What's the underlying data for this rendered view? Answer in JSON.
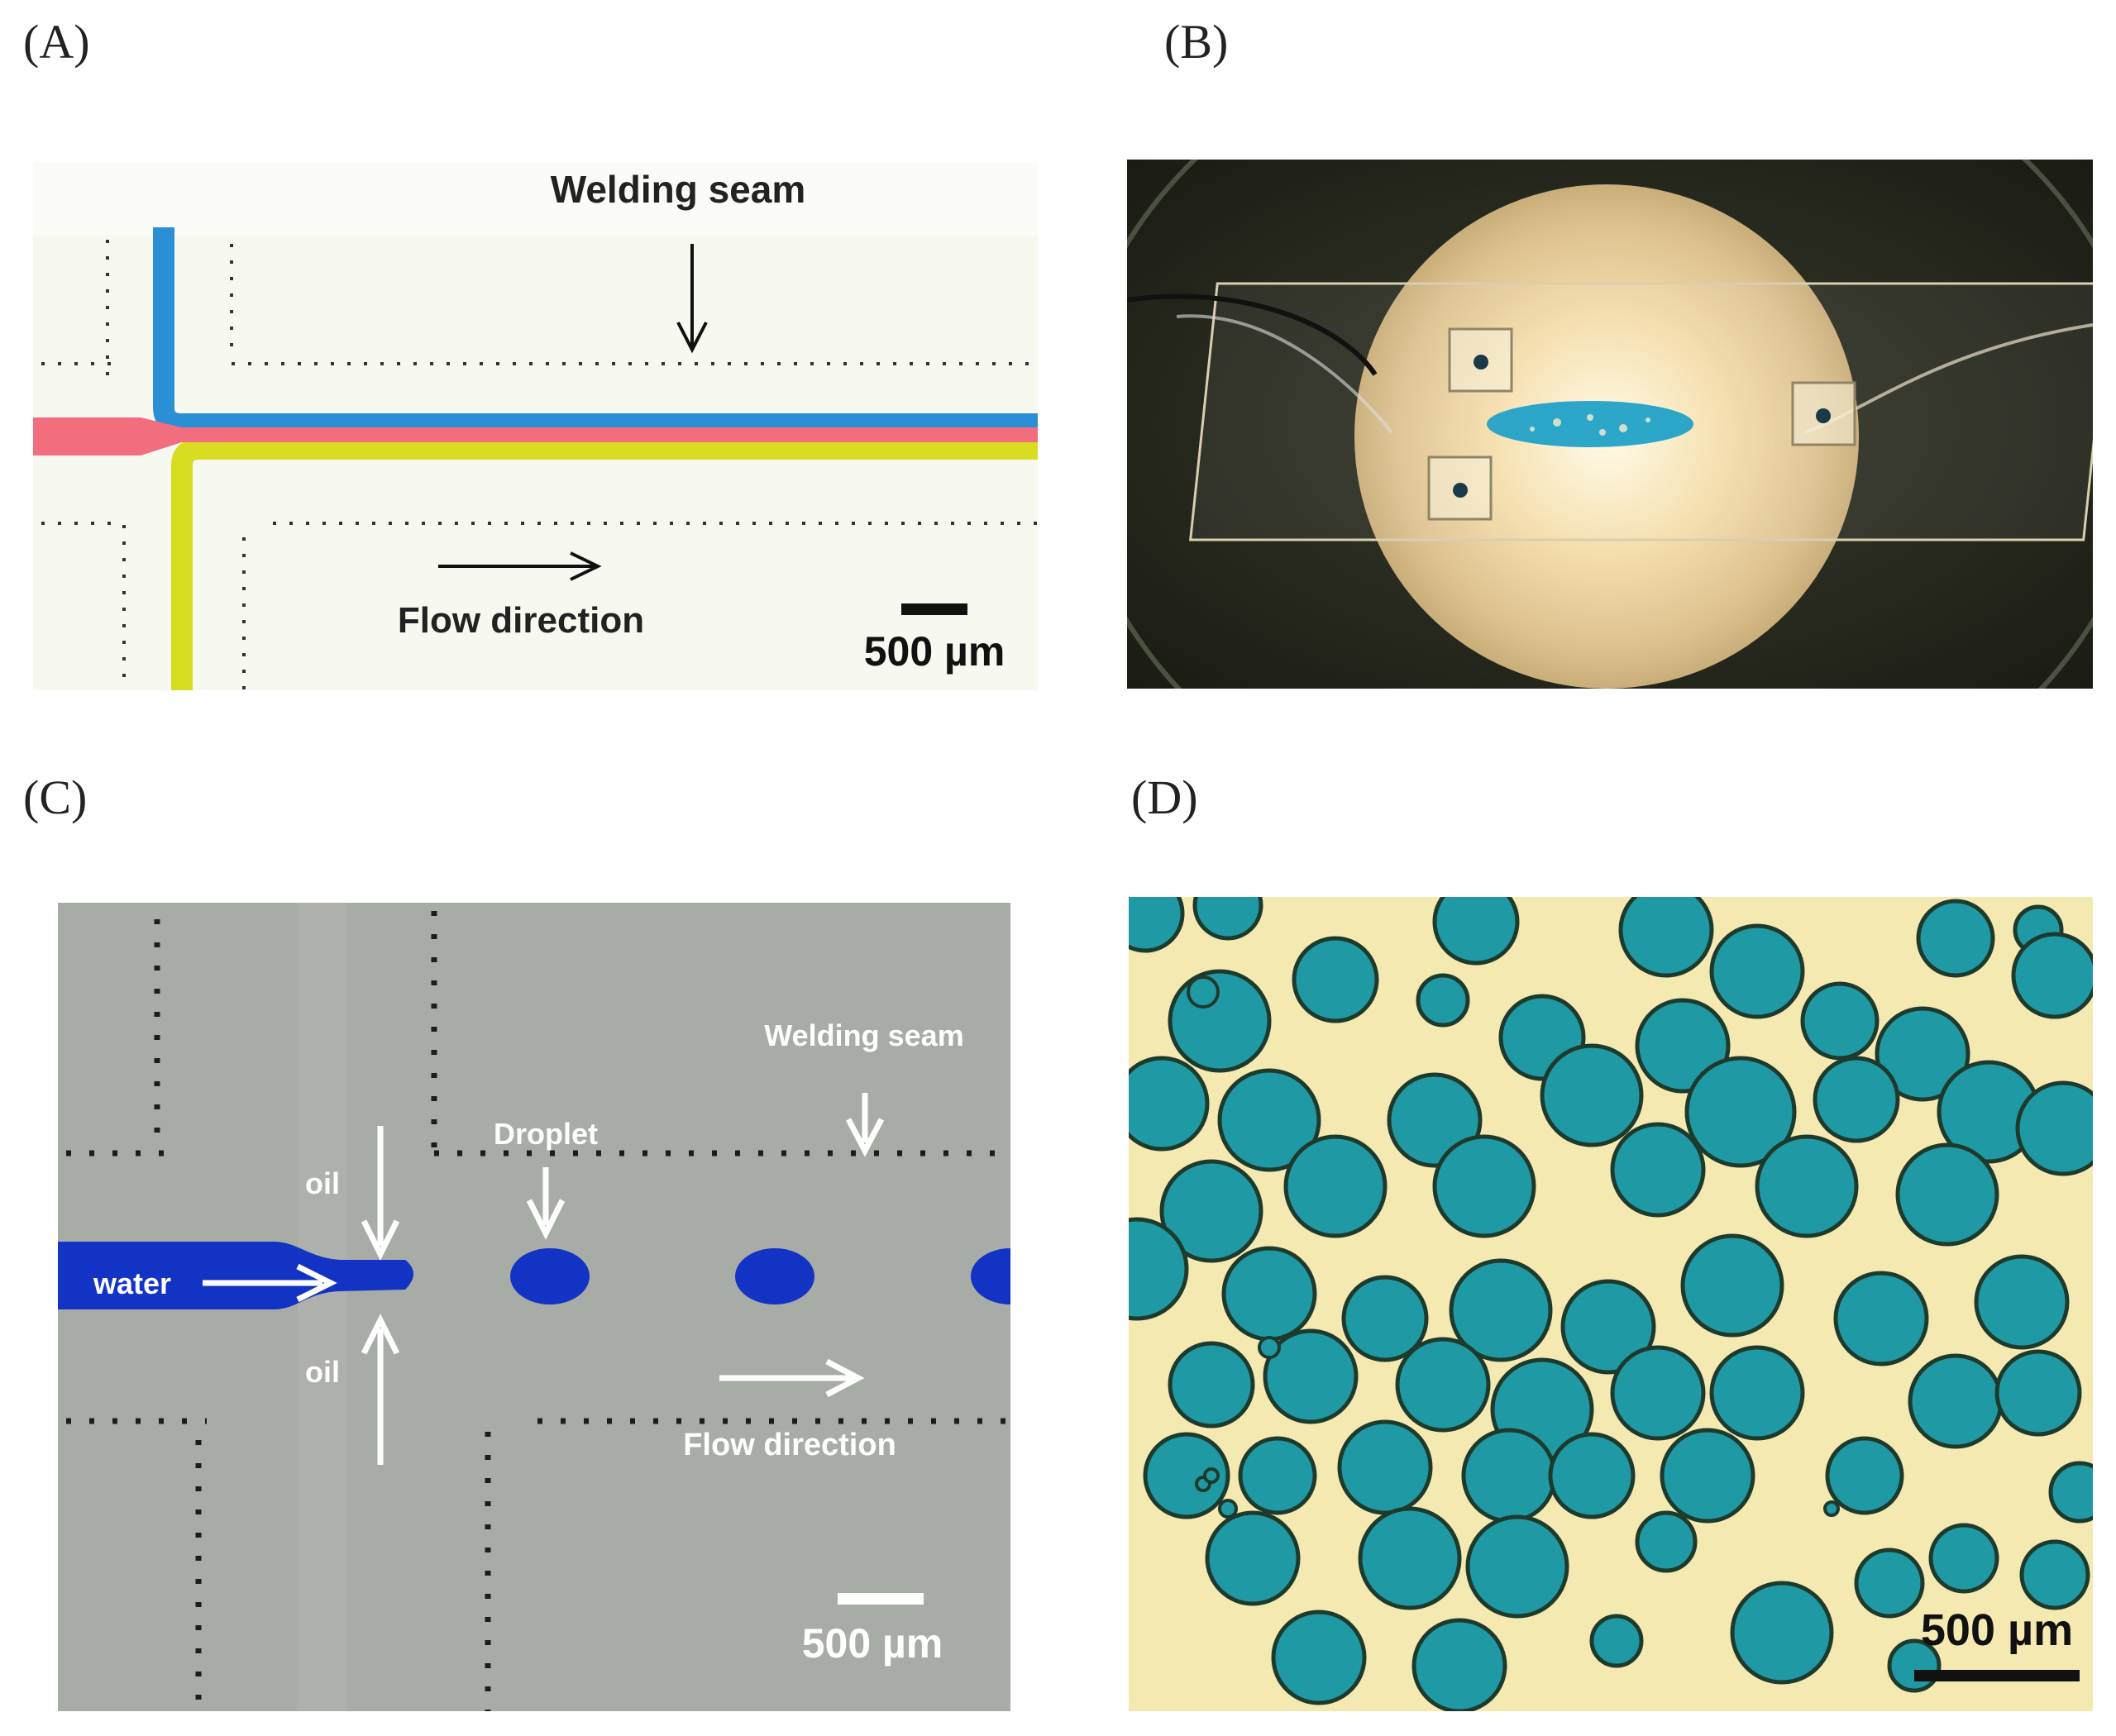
{
  "figure": {
    "labels": {
      "a": "(A)",
      "b": "(B)",
      "c": "(C)",
      "d": "(D)"
    },
    "panel_a": {
      "welding_seam": "Welding seam",
      "flow_direction": "Flow direction",
      "scale_bar": "500 µm",
      "colors": {
        "pink": "#f26d7d",
        "blue": "#2b8fd6",
        "yellow": "#d9dd22"
      }
    },
    "panel_b": {
      "colors": {
        "background": "#1f2218",
        "glow": "#fff1c8",
        "dye": "#1aa0c8"
      }
    },
    "panel_c": {
      "water": "water",
      "oil_top": "oil",
      "oil_bottom": "oil",
      "droplet": "Droplet",
      "welding_seam": "Welding seam",
      "flow_direction": "Flow direction",
      "scale_bar": "500 µm",
      "colors": {
        "background": "#a6aaa4",
        "water": "#1233c4"
      }
    },
    "panel_d": {
      "scale_bar": "500 µm",
      "colors": {
        "background": "#f4e9b0",
        "droplet": "#1f9aa4",
        "outline": "#1d3a2c"
      }
    }
  }
}
